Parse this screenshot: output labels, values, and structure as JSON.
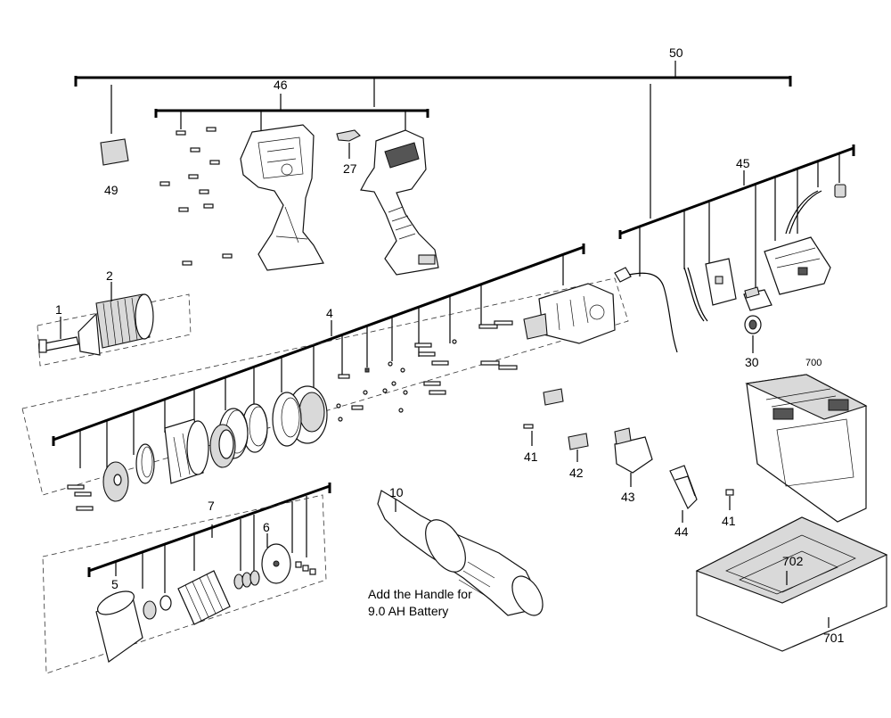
{
  "labels": {
    "p50": "50",
    "p46": "46",
    "p49": "49",
    "p27": "27",
    "p45": "45",
    "p2": "2",
    "p1": "1",
    "p4": "4",
    "p30": "30",
    "p700": "700",
    "p41a": "41",
    "p42": "42",
    "p43": "43",
    "p44": "44",
    "p41b": "41",
    "p10": "10",
    "p7": "7",
    "p6": "6",
    "p5": "5",
    "p702": "702",
    "p701": "701"
  },
  "note": {
    "line1": "Add the Handle for",
    "line2": "9.0 AH Battery"
  }
}
